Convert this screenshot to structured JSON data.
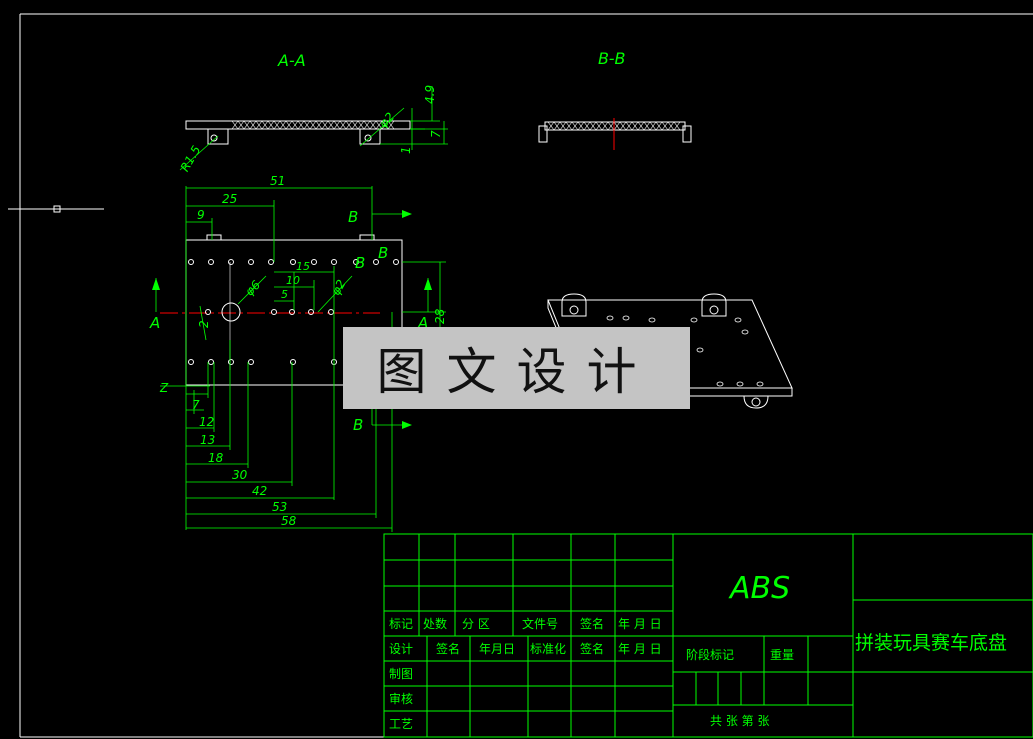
{
  "views": {
    "section_a_title": "A-A",
    "section_b_title": "B-B"
  },
  "section_a_dims": {
    "r15": "R1.5",
    "phi2": "φ2",
    "d49": "4.9",
    "d7": "7",
    "d1": "1"
  },
  "plan_dims": {
    "d51": "51",
    "d25": "25",
    "d9": "9",
    "d15": "15",
    "d10": "10",
    "d5": "5",
    "phi6": "φ6",
    "phi2": "φ2",
    "d28": "28",
    "d2": "2",
    "d7": "7",
    "d12": "12",
    "d13": "13",
    "d18": "18",
    "d30": "30",
    "d42": "42",
    "d53": "53",
    "d58": "58"
  },
  "labels": {
    "a_left": "A",
    "a_right": "A",
    "b_top": "B",
    "b_mid1": "B",
    "b_mid2": "B",
    "b_bottom": "B",
    "z": "Z"
  },
  "watermark": "图文设计",
  "title_block": {
    "material": "ABS",
    "drawing_name": "拼装玩具赛车底盘",
    "row_change": [
      "标记",
      "处数",
      "分  区",
      "文件号",
      "签名",
      "年 月 日"
    ],
    "row_design": [
      "设计",
      "签名",
      "年月日",
      "标准化",
      "签名",
      "年 月 日"
    ],
    "row_draw": "制图",
    "row_check": "审核",
    "row_process": "工艺",
    "stage_mark": "阶段标记",
    "weight": "重量",
    "sheet_info": "共   张 第  张"
  },
  "colors": {
    "background": "#000000",
    "line": "#00ff00",
    "text": "#00ff00",
    "white": "#ffffff",
    "center": "#ff0000",
    "arrow": "#00ff00"
  }
}
